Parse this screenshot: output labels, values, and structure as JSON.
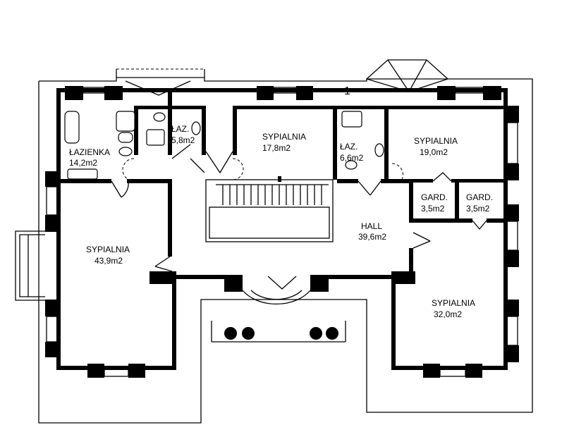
{
  "floor_number": "1",
  "rooms": [
    {
      "name": "ŁAZIENKA",
      "area": "14,2m2"
    },
    {
      "name": "ŁAZ.",
      "area": "5,8m2"
    },
    {
      "name": "SYPIALNIA",
      "area": "17,8m2"
    },
    {
      "name": "ŁAZ.",
      "area": "6,6m2"
    },
    {
      "name": "SYPIALNIA",
      "area": "19,0m2"
    },
    {
      "name": "GARD.",
      "area": "3,5m2"
    },
    {
      "name": "GARD.",
      "area": "3,5m2"
    },
    {
      "name": "HALL",
      "area": "39,6m2"
    },
    {
      "name": "SYPIALNIA",
      "area": "43,9m2"
    },
    {
      "name": "SYPIALNIA",
      "area": "32,0m2"
    }
  ]
}
